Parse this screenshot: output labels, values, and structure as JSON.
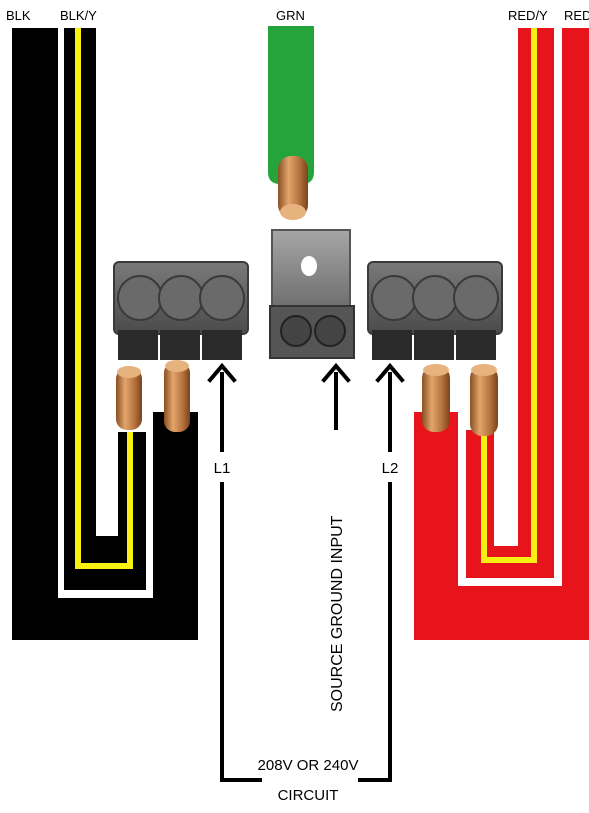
{
  "wire_labels": {
    "blk": "BLK",
    "blk_y": "BLK/Y",
    "grn": "GRN",
    "red_y": "RED/Y",
    "red": "RED"
  },
  "terminal_labels": {
    "l1": "L1",
    "l2": "L2",
    "ground": "SOURCE GROUND INPUT"
  },
  "circuit_label": {
    "line1": "208V OR 240V",
    "line2": "CIRCUIT"
  },
  "colors": {
    "black_wire": "#000000",
    "yellow_stripe": "#f7f010",
    "green_wire": "#25a43c",
    "red_wire": "#e8141c",
    "copper": "#c98a52",
    "terminal_block": "#5a5a5a",
    "terminal_dark": "#2a2a2a",
    "ground_lug": "#8c8c8c"
  }
}
